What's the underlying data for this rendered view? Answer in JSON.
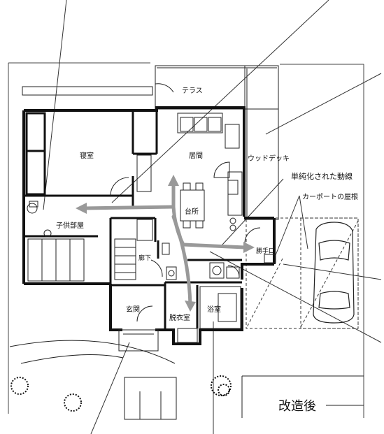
{
  "title": "改造後",
  "rooms": {
    "terrace": "テラス",
    "wood_deck": "ウッドデッキ",
    "bedroom": "寝室",
    "living": "居間",
    "kitchen": "台所",
    "kids_room": "子供部屋",
    "hallway": "廊下",
    "entrance": "玄関",
    "dressing": "脱衣室",
    "bath": "浴室",
    "service_entrance": "勝手口"
  },
  "annotations": {
    "simplified_flow": "単純化された動線",
    "carport_roof": "カーポートの屋根"
  },
  "colors": {
    "wall": "#111111",
    "flow_arrow": "#999999",
    "line": "#222222"
  }
}
